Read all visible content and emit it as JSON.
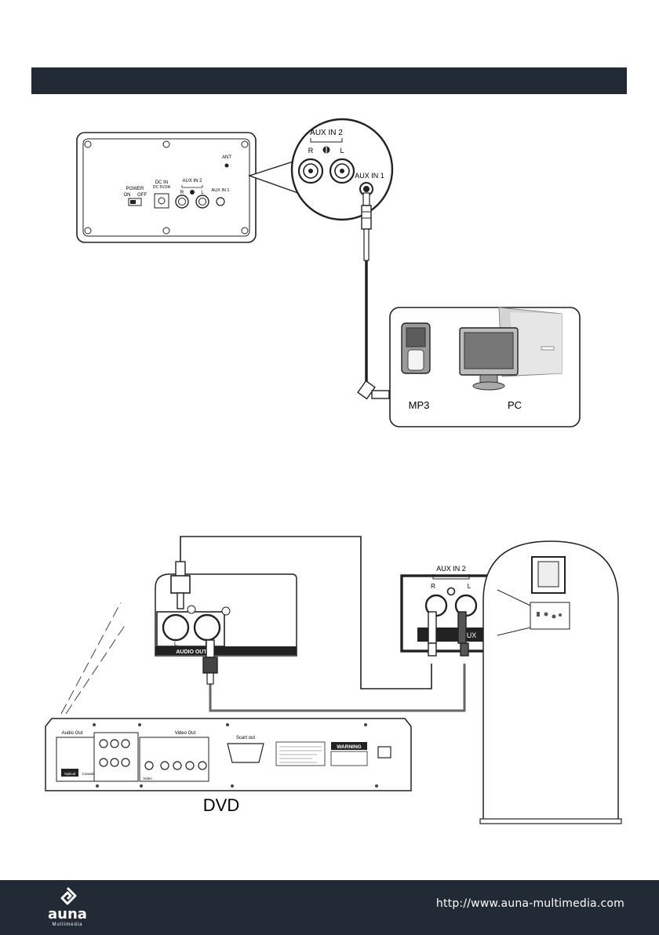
{
  "header": {
    "title": ""
  },
  "figure1": {
    "panel": {
      "power_label": "POWER",
      "on_label": "ON",
      "off_label": "OFF",
      "dc_in_label": "DC IN",
      "dc_spec": "DC 5V/2A",
      "aux_in2_label": "AUX IN 2",
      "r_label": "R",
      "l_label": "L",
      "aux_in1_label": "AUX IN 1",
      "ant_label": "ANT"
    },
    "callout": {
      "aux_in2_label": "AUX IN 2",
      "r_label": "R",
      "l_label": "L",
      "aux_in1_label": "AUX IN 1"
    },
    "devices": {
      "mp3_label": "MP3",
      "pc_label": "PC"
    }
  },
  "figure2": {
    "audio_out_label": "AUDIO OUT",
    "l_label": "L",
    "r_label": "R",
    "aux_in2_label": "AUX IN 2",
    "r2_label": "R",
    "l2_label": "L",
    "aux_label": "AUX",
    "dvd_label": "DVD",
    "dvd_panel": {
      "audio_out_label": "Audio Out",
      "video_out_label": "Video Out",
      "scart_label": "Scart out",
      "warning_label": "WARNING",
      "optical_label": "Optical",
      "coaxial_label": "Coaxial",
      "video_label": "Video"
    }
  },
  "footer": {
    "brand": "auna",
    "brand_sub": "Multimedia",
    "url": "http://www.auna-multimedia.com"
  }
}
